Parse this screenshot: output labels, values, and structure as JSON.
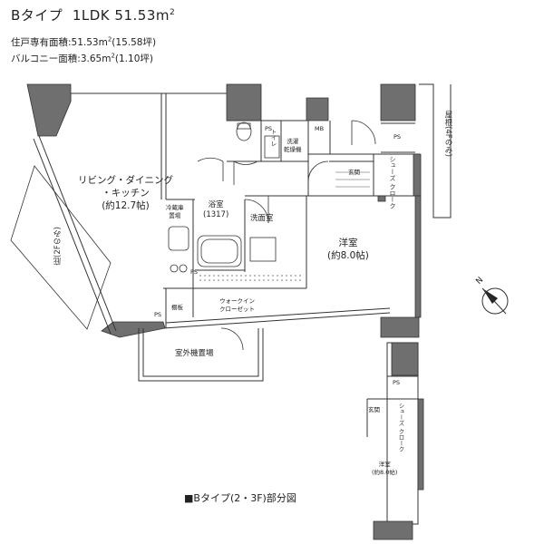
{
  "header": {
    "type_name": "Bタイプ",
    "layout": "1LDK",
    "area": "51.53m",
    "area_sup": "2"
  },
  "areas": {
    "private_label": "住戸専有面積:51.53m",
    "private_sup": "2",
    "private_tsubo": "(15.58坪)",
    "balcony_label": "バルコニー面積:3.65m",
    "balcony_sup": "2",
    "balcony_tsubo": "(1.10坪)"
  },
  "rooms": {
    "ldk_line1": "リビング・ダイニング",
    "ldk_line2": "・キッチン",
    "ldk_line3": "(約12.7帖)",
    "fridge_line1": "冷蔵庫",
    "fridge_line2": "置場",
    "bath_line1": "浴室",
    "bath_line2": "(1317)",
    "washroom": "洗面室",
    "western_line1": "洋室",
    "western_line2": "(約8.0帖)",
    "wic_line1": "ウォークイン",
    "wic_line2": "クローゼット",
    "shelf": "棚板",
    "laundry_line1": "洗濯",
    "laundry_line2": "乾燥機",
    "toilet": "トイレ",
    "entrance": "玄関",
    "shoes_line1": "シューズ",
    "shoes_line2": "クローク",
    "outdoor_unit": "室外機置場",
    "ps": "PS",
    "mb": "MB"
  },
  "outside": {
    "roof": "屋根(4Fのみ)",
    "eaves": "庇(2Fのみ)"
  },
  "partial": {
    "entrance": "玄関",
    "shoes_line1": "シューズ",
    "shoes_line2": "クローク",
    "western_line1": "洋室",
    "western_line2": "(約8.0帖)",
    "ps": "PS",
    "caption": "■Bタイプ(2・3F)部分図"
  },
  "compass": {
    "label": "N",
    "icon": "north-arrow-icon"
  },
  "colors": {
    "wall": "#6f6f6f",
    "line": "#333333",
    "paper": "#ffffff"
  }
}
